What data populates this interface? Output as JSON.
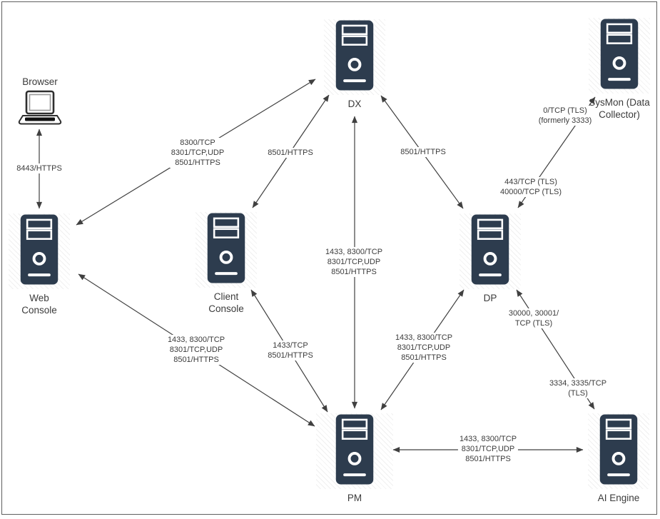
{
  "diagram_type": "network-port-diagram",
  "colors": {
    "server_fill": "#2d3c4e",
    "line": "#404040",
    "text": "#3b3b3b",
    "page_border": "#5f5f5f"
  },
  "nodes": {
    "browser": {
      "label": "Browser",
      "icon": "laptop-icon"
    },
    "web_console": {
      "label": "Web Console",
      "icon": "server-icon"
    },
    "client_console": {
      "label": "Client Console",
      "icon": "server-icon"
    },
    "dx": {
      "label": "DX",
      "icon": "server-icon"
    },
    "sysmon": {
      "label": "SysMon (Data Collector)",
      "icon": "server-icon"
    },
    "dp": {
      "label": "DP",
      "icon": "server-icon"
    },
    "pm": {
      "label": "PM",
      "icon": "server-icon"
    },
    "ai_engine": {
      "label": "AI Engine",
      "icon": "server-icon"
    }
  },
  "edges": {
    "browser_web": {
      "from": "browser",
      "to": "web_console",
      "label": "8443/HTTPS"
    },
    "web_dx": {
      "from": "web_console",
      "to": "dx",
      "label": "8300/TCP\n8301/TCP,UDP\n8501/HTTPS"
    },
    "client_dx": {
      "from": "client_console",
      "to": "dx",
      "label": "8501/HTTPS"
    },
    "dx_dp": {
      "from": "dx",
      "to": "dp",
      "label": "8501/HTTPS"
    },
    "dp_sysmon": {
      "from": "dp",
      "to": "sysmon",
      "label_near_sysmon": "0/TCP (TLS)\n(formerly 3333)",
      "label_near_dp": "443/TCP (TLS)\n40000/TCP (TLS)"
    },
    "pm_dx": {
      "from": "pm",
      "to": "dx",
      "label": "1433, 8300/TCP\n8301/TCP,UDP\n8501/HTTPS"
    },
    "web_pm": {
      "from": "web_console",
      "to": "pm",
      "label": "1433, 8300/TCP\n8301/TCP,UDP\n8501/HTTPS"
    },
    "client_pm": {
      "from": "client_console",
      "to": "pm",
      "label": "1433/TCP\n8501/HTTPS"
    },
    "dp_pm": {
      "from": "dp",
      "to": "pm",
      "label": "1433, 8300/TCP\n8301/TCP,UDP\n8501/HTTPS"
    },
    "dp_ai": {
      "from": "dp",
      "to": "ai_engine",
      "label_near_dp": "30000, 30001/\nTCP (TLS)",
      "label_near_ai": "3334, 3335/TCP\n(TLS)"
    },
    "pm_ai": {
      "from": "pm",
      "to": "ai_engine",
      "label": "1433, 8300/TCP\n8301/TCP,UDP\n8501/HTTPS"
    }
  }
}
